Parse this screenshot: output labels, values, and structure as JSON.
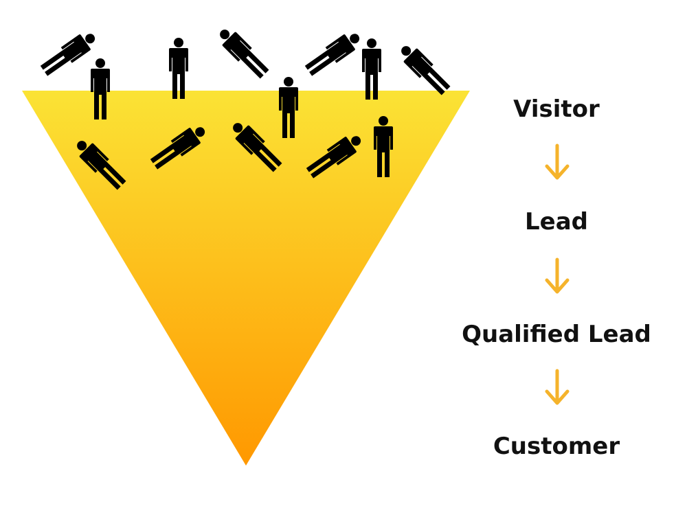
{
  "stages": [
    {
      "label": "Visitor"
    },
    {
      "label": "Lead"
    },
    {
      "label": "Qualified Lead"
    },
    {
      "label": "Customer"
    }
  ],
  "funnel": {
    "gradient_top": "#FBE335",
    "gradient_bottom": "#FF9800"
  },
  "colors": {
    "arrow": "#F5B32B",
    "person": "#000000"
  },
  "icons": {
    "person": "person-icon",
    "arrow": "arrow-down-icon"
  }
}
